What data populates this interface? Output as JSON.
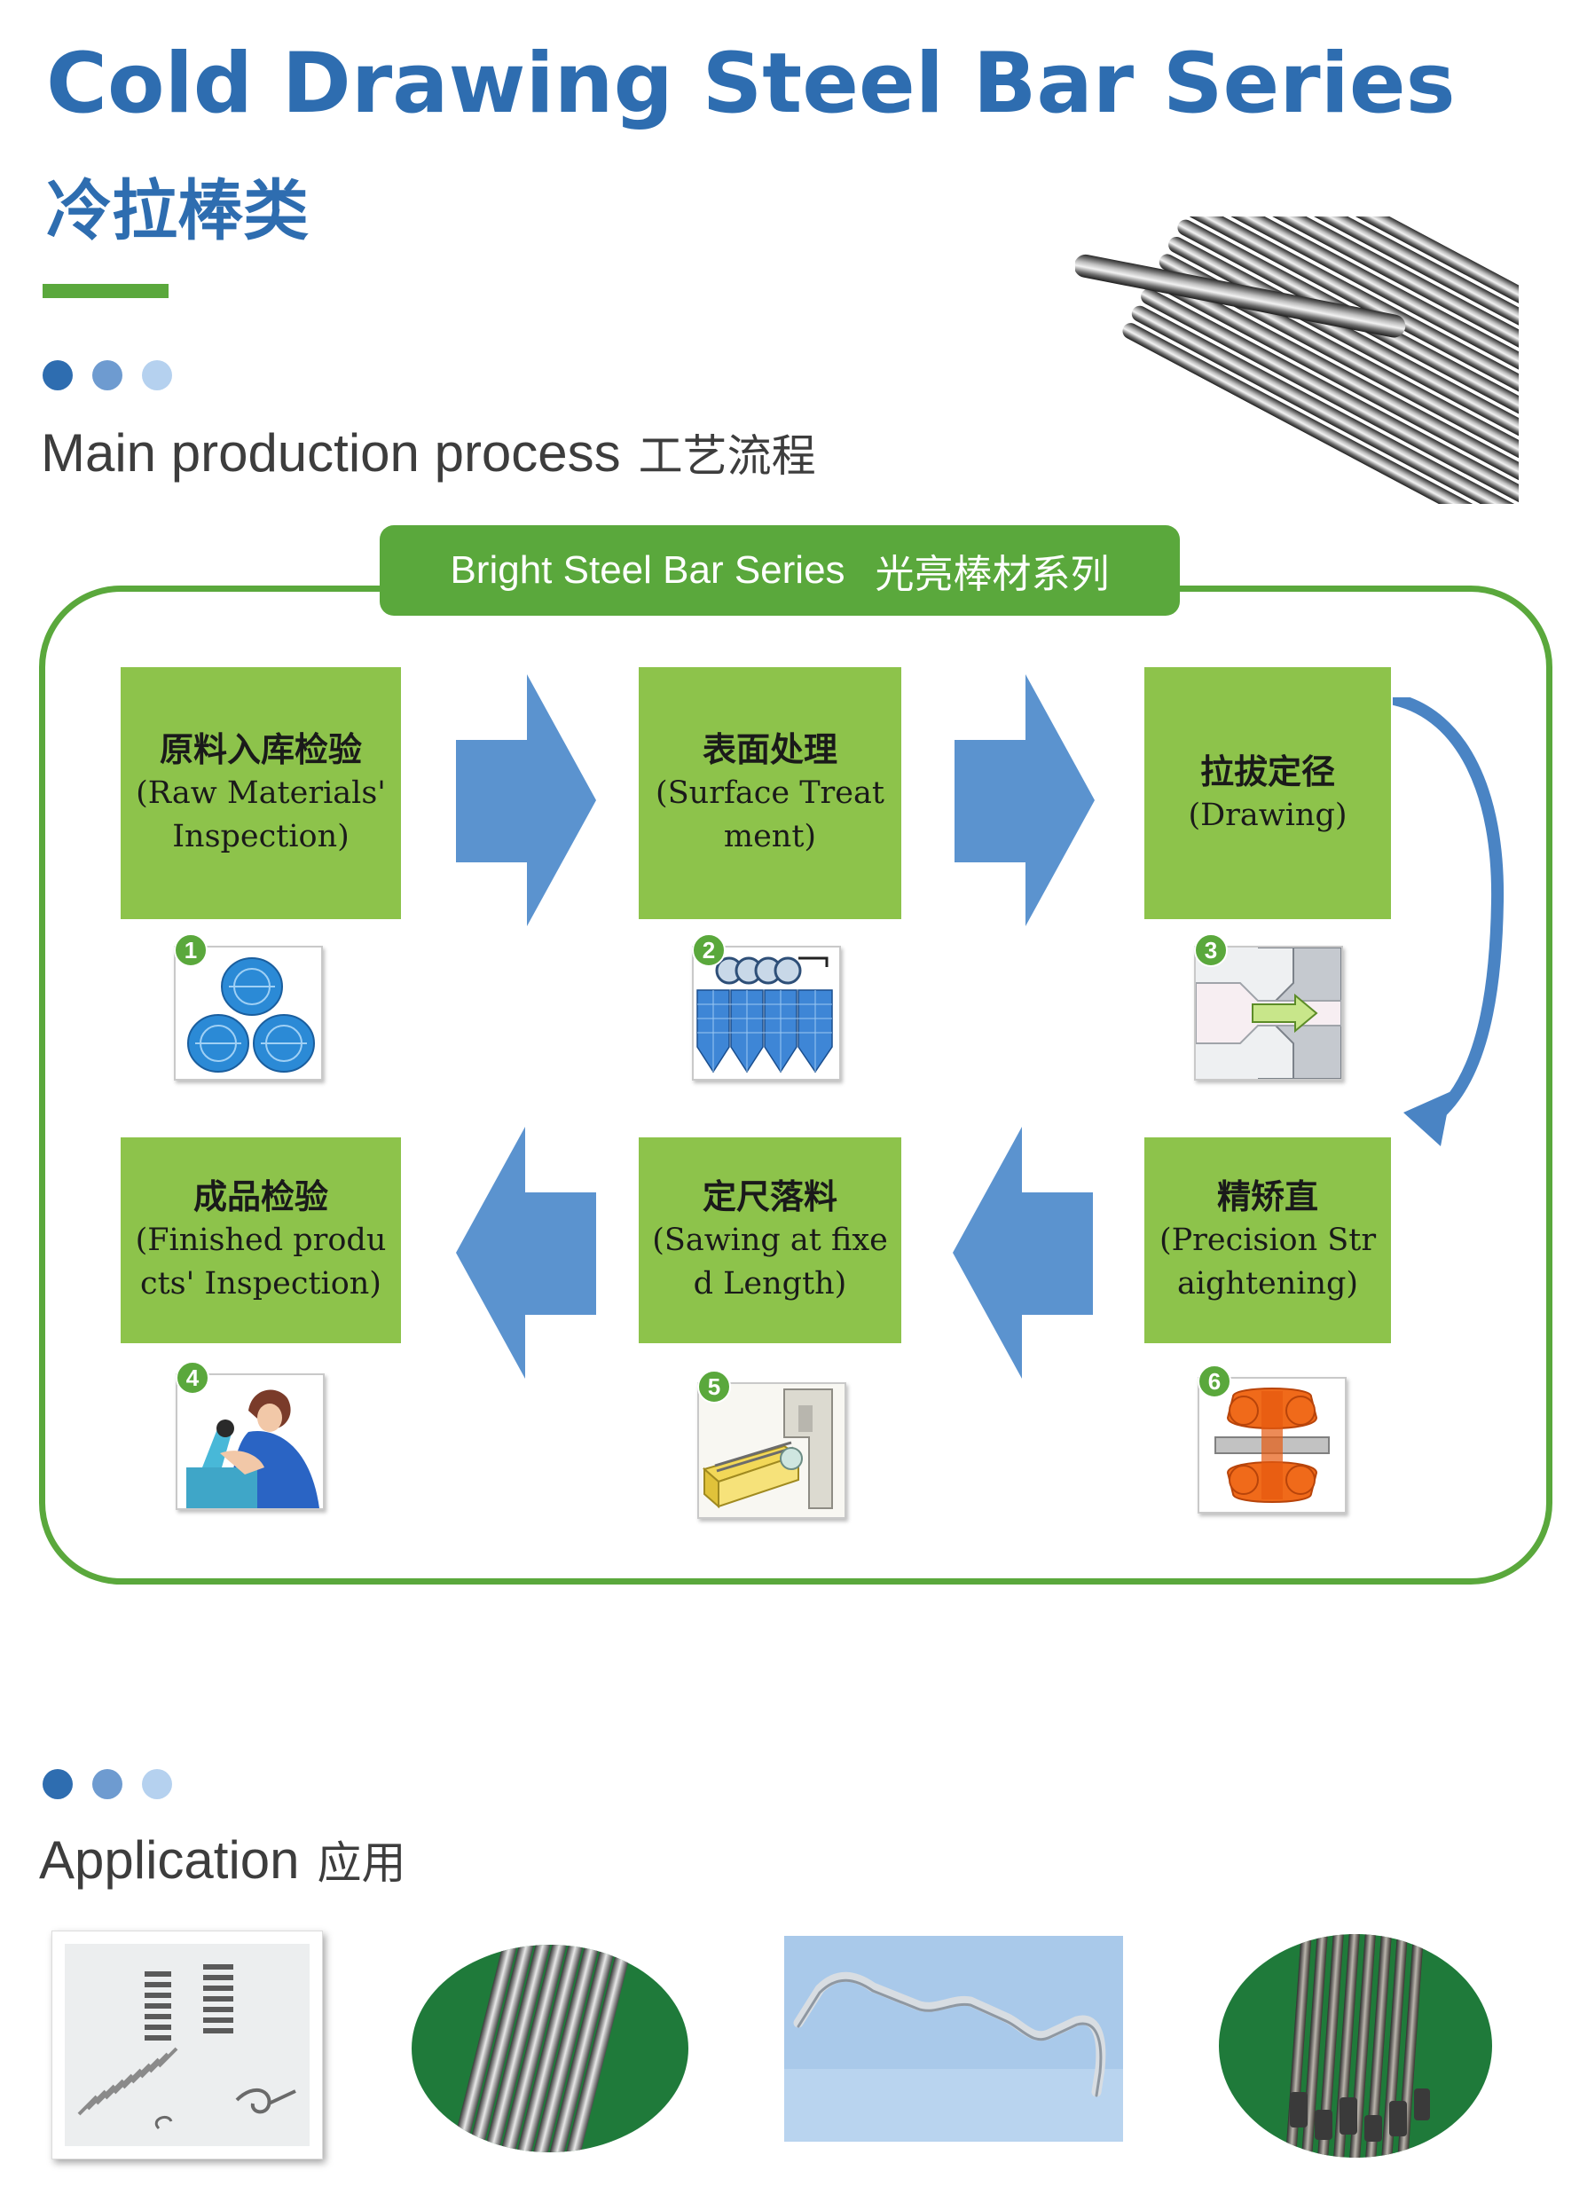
{
  "header": {
    "title_en": "Cold Drawing Steel Bar Series",
    "title_cn": "冷拉棒类"
  },
  "process_section": {
    "label_en": "Main production process",
    "label_cn": "工艺流程",
    "series_tab": {
      "en": "Bright Steel Bar Series",
      "cn": "光亮棒材系列"
    },
    "steps": [
      {
        "number": "1",
        "cn": "原料入库检验",
        "en": "(Raw Materials' Inspection)",
        "image": "coil-bundles-icon"
      },
      {
        "number": "2",
        "cn": "表面处理",
        "en": "(Surface Treatment)",
        "image": "pickling-tanks-icon"
      },
      {
        "number": "3",
        "cn": "拉拔定径",
        "en": "(Drawing)",
        "image": "drawing-die-icon"
      },
      {
        "number": "4",
        "cn": "成品检验",
        "en": "(Finished products' Inspection)",
        "image": "microscope-inspector-icon"
      },
      {
        "number": "5",
        "cn": "定尺落料",
        "en": "(Sawing at fixed Length)",
        "image": "saw-machine-icon"
      },
      {
        "number": "6",
        "cn": "精矫直",
        "en": "(Precision Straightening)",
        "image": "straightening-rolls-icon"
      }
    ]
  },
  "application_section": {
    "label_en": "Application",
    "label_cn": "应用",
    "images": [
      "springs-photo",
      "steel-bars-photo",
      "stabilizer-bar-photo",
      "drill-rods-photo"
    ]
  },
  "colors": {
    "title_blue": "#2e6db0",
    "green": "#5aa83c",
    "step_green": "#8dc34b",
    "arrow_blue": "#5b93cf"
  }
}
